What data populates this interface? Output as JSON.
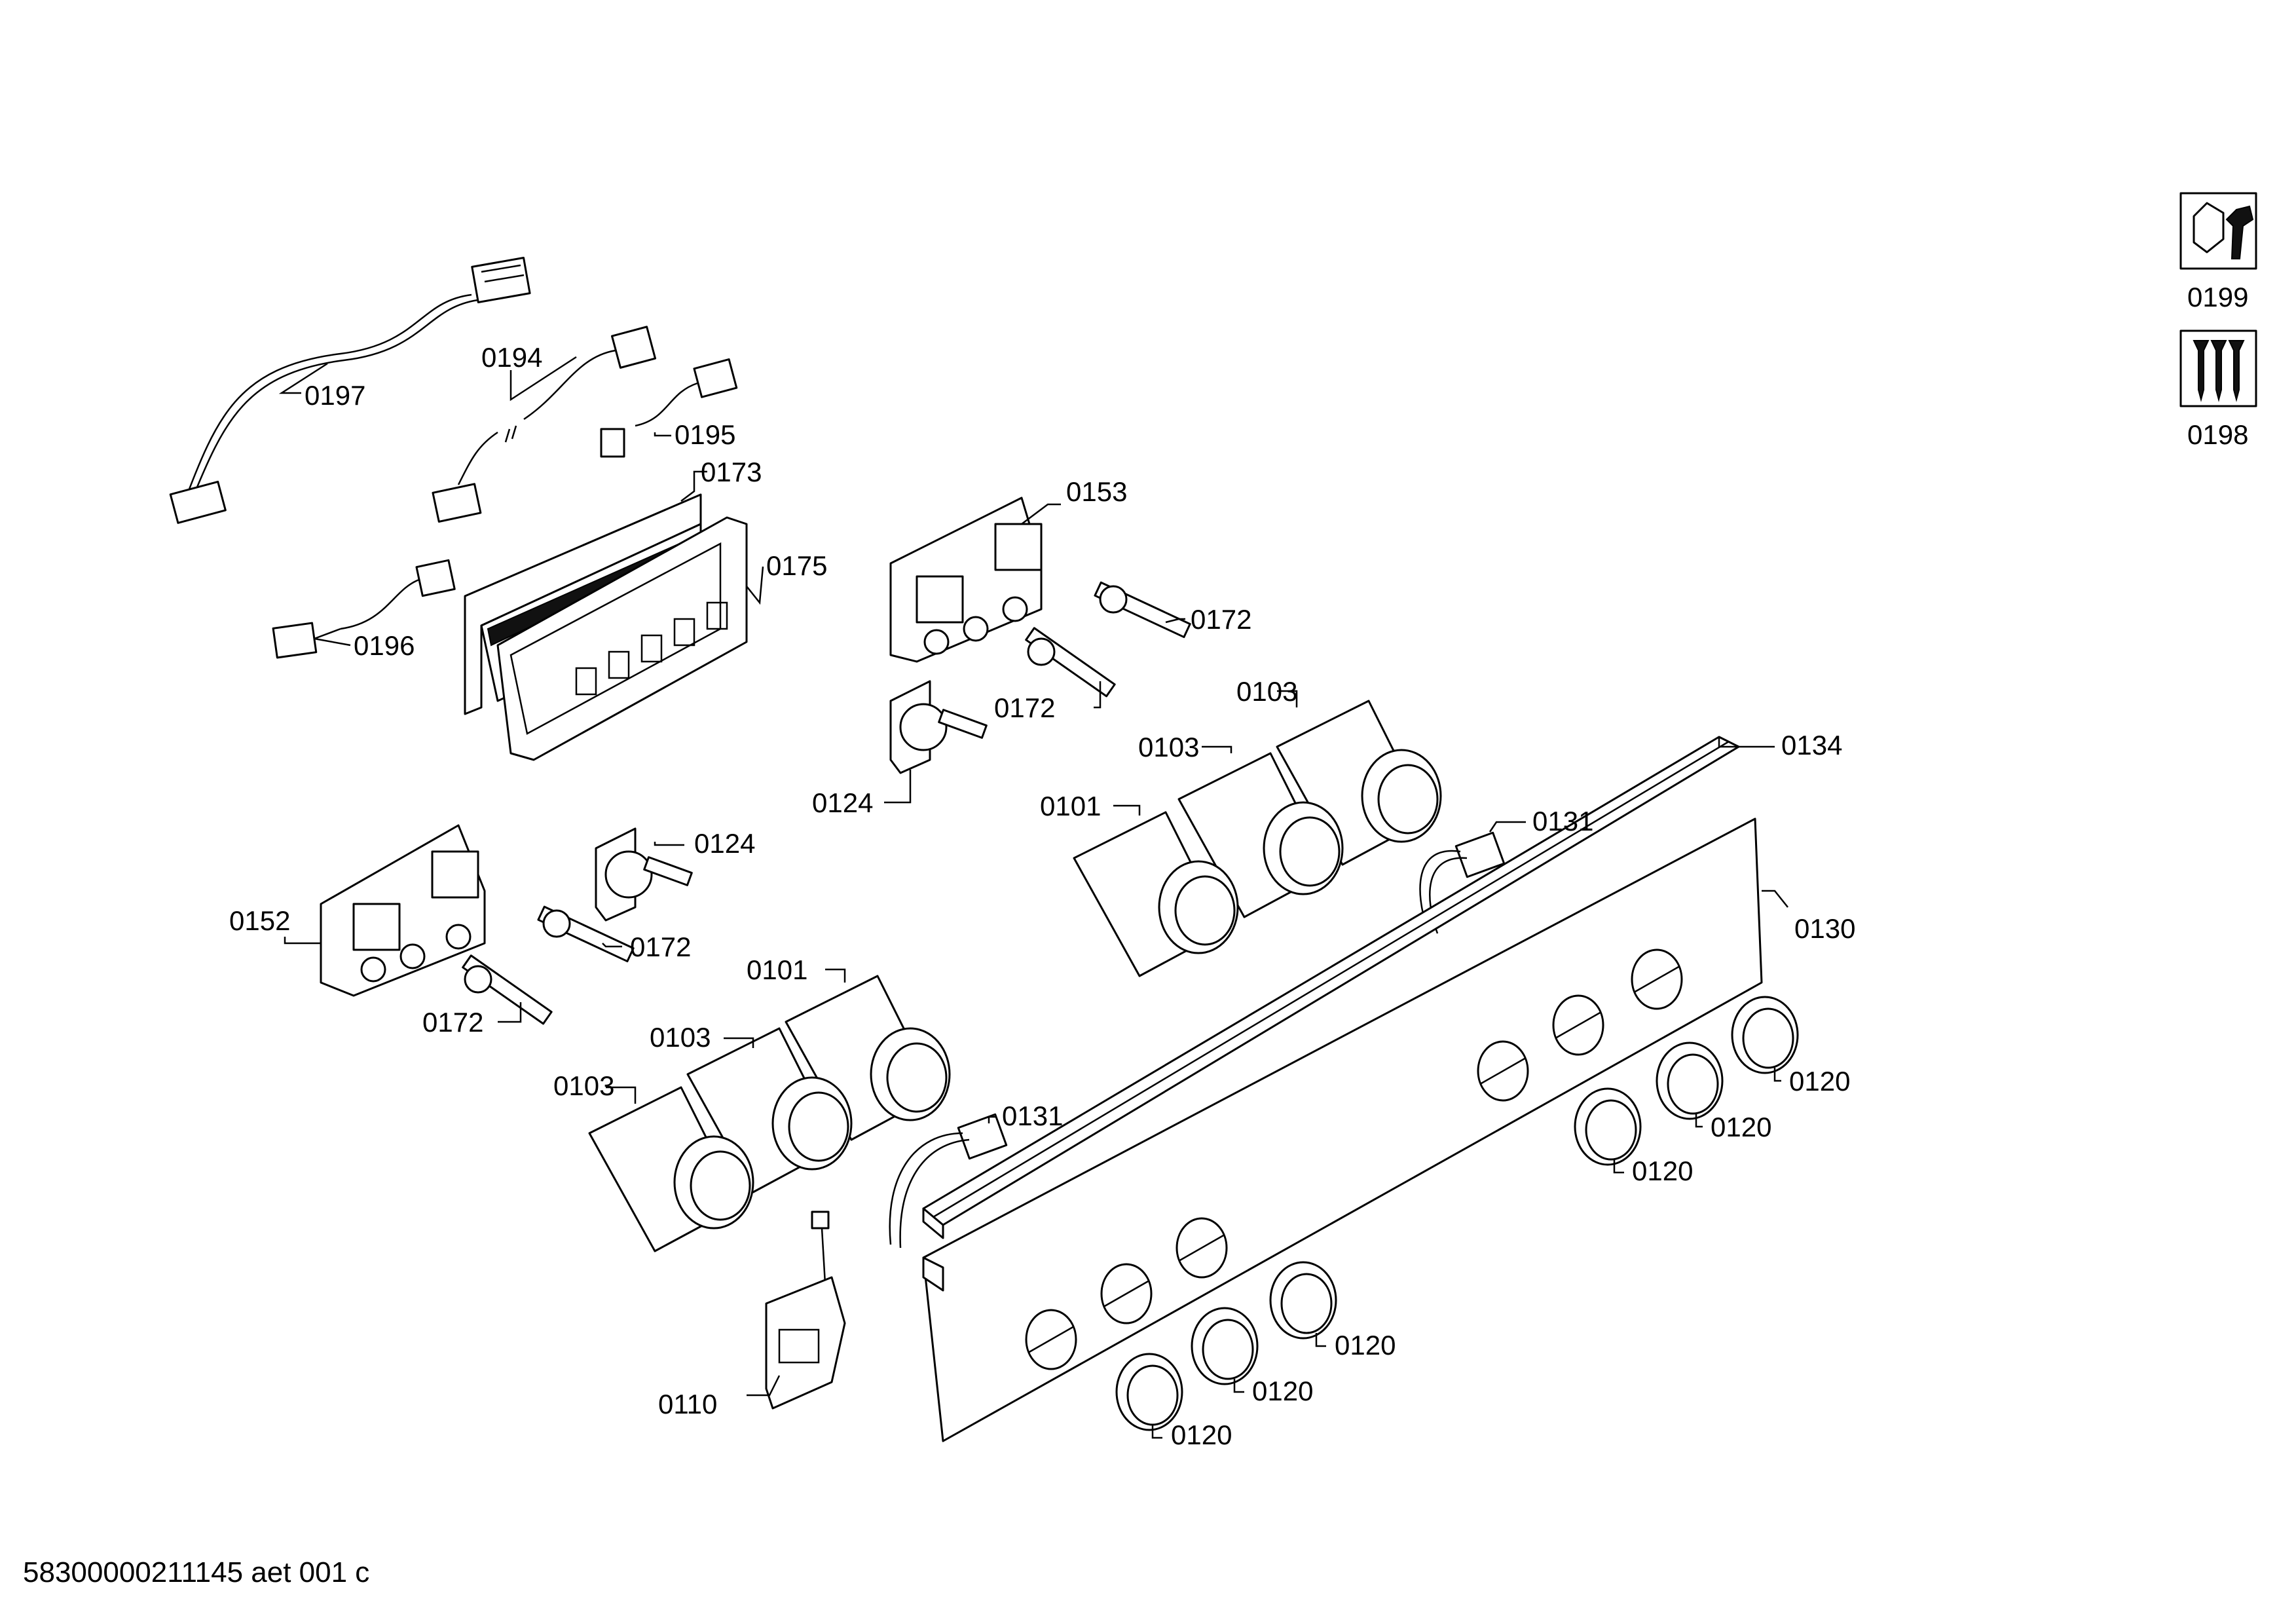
{
  "drawing_number": "58300000211145 aet 001 c",
  "icons": [
    {
      "id": "0199",
      "name": "wrench-nut-icon"
    },
    {
      "id": "0198",
      "name": "screws-icon"
    }
  ],
  "labels": {
    "l0197": "0197",
    "l0194": "0194",
    "l0195": "0195",
    "l0173": "0173",
    "l0175": "0175",
    "l0196": "0196",
    "l0153": "0153",
    "l0172a": "0172",
    "l0172b": "0172",
    "l0124a": "0124",
    "l0103a": "0103",
    "l0103b": "0103",
    "l0101a": "0101",
    "l0134": "0134",
    "l0131a": "0131",
    "l0130": "0130",
    "l0124b": "0124",
    "l0152": "0152",
    "l0172c": "0172",
    "l0172d": "0172",
    "l0101b": "0101",
    "l0103c": "0103",
    "l0103d": "0103",
    "l0131b": "0131",
    "l0120a": "0120",
    "l0120b": "0120",
    "l0120c": "0120",
    "l0120d": "0120",
    "l0120e": "0120",
    "l0120f": "0120",
    "l0110": "0110",
    "l0199": "0199",
    "l0198": "0198"
  }
}
